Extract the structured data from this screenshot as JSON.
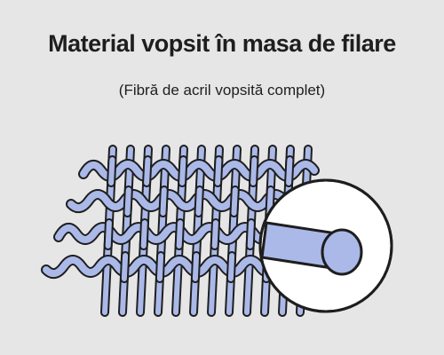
{
  "header": {
    "title": "Material vopsit în masa de filare",
    "subtitle": "(Fibră de acril vopsită complet)"
  },
  "illustration": {
    "subject": "woven-fabric-mesh",
    "detail": "fiber-cross-section-magnifier",
    "colors": {
      "background": "#e6e6e6",
      "fiber_fill": "#aab9e8",
      "outline": "#1e1e1e",
      "lens_fill": "#ffffff",
      "text": "#1e1e1e"
    }
  }
}
